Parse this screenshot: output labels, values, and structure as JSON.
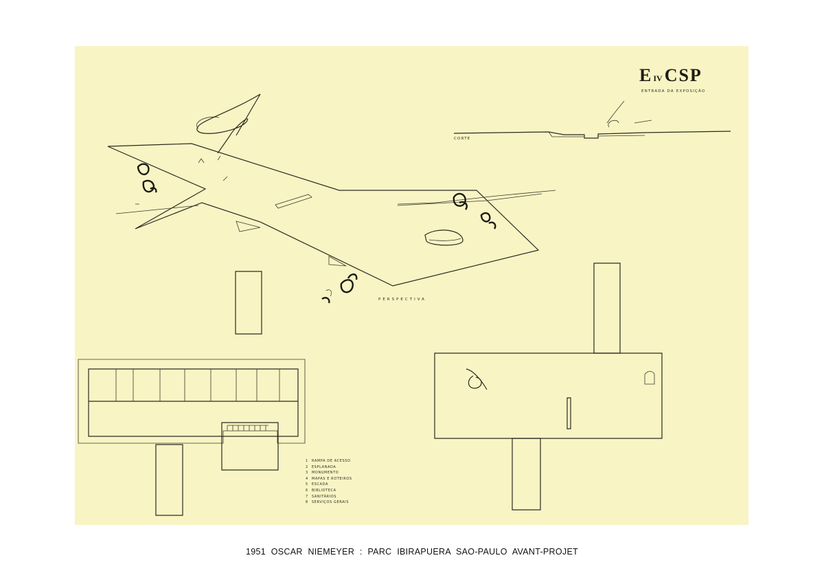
{
  "sheet": {
    "title_main_left": "E",
    "title_sub": "IV",
    "title_main_right": "CSP",
    "subtitle": "ENTRADA DA EXPOSIÇÃO",
    "section_label": "CORTE",
    "perspective_label": "PERSPECTIVA",
    "legend": [
      {
        "num": "1",
        "text": "RAMPA DE ACESSO"
      },
      {
        "num": "2",
        "text": "ESPLANADA"
      },
      {
        "num": "3",
        "text": "MONUMENTO"
      },
      {
        "num": "4",
        "text": "MAPAS E ROTEIROS"
      },
      {
        "num": "5",
        "text": "ESCADA"
      },
      {
        "num": "6",
        "text": "BIBLIOTECA"
      },
      {
        "num": "7",
        "text": "SANITÁRIOS"
      },
      {
        "num": "8",
        "text": "SERVIÇOS GERAIS"
      }
    ]
  },
  "caption": "1951 OSCAR NIEMEYER : PARC IBIRAPUERA SAO-PAULO AVANT-PROJET",
  "colors": {
    "paper": "#f8f4c4",
    "ink": "#2b2a20",
    "page": "#ffffff"
  }
}
